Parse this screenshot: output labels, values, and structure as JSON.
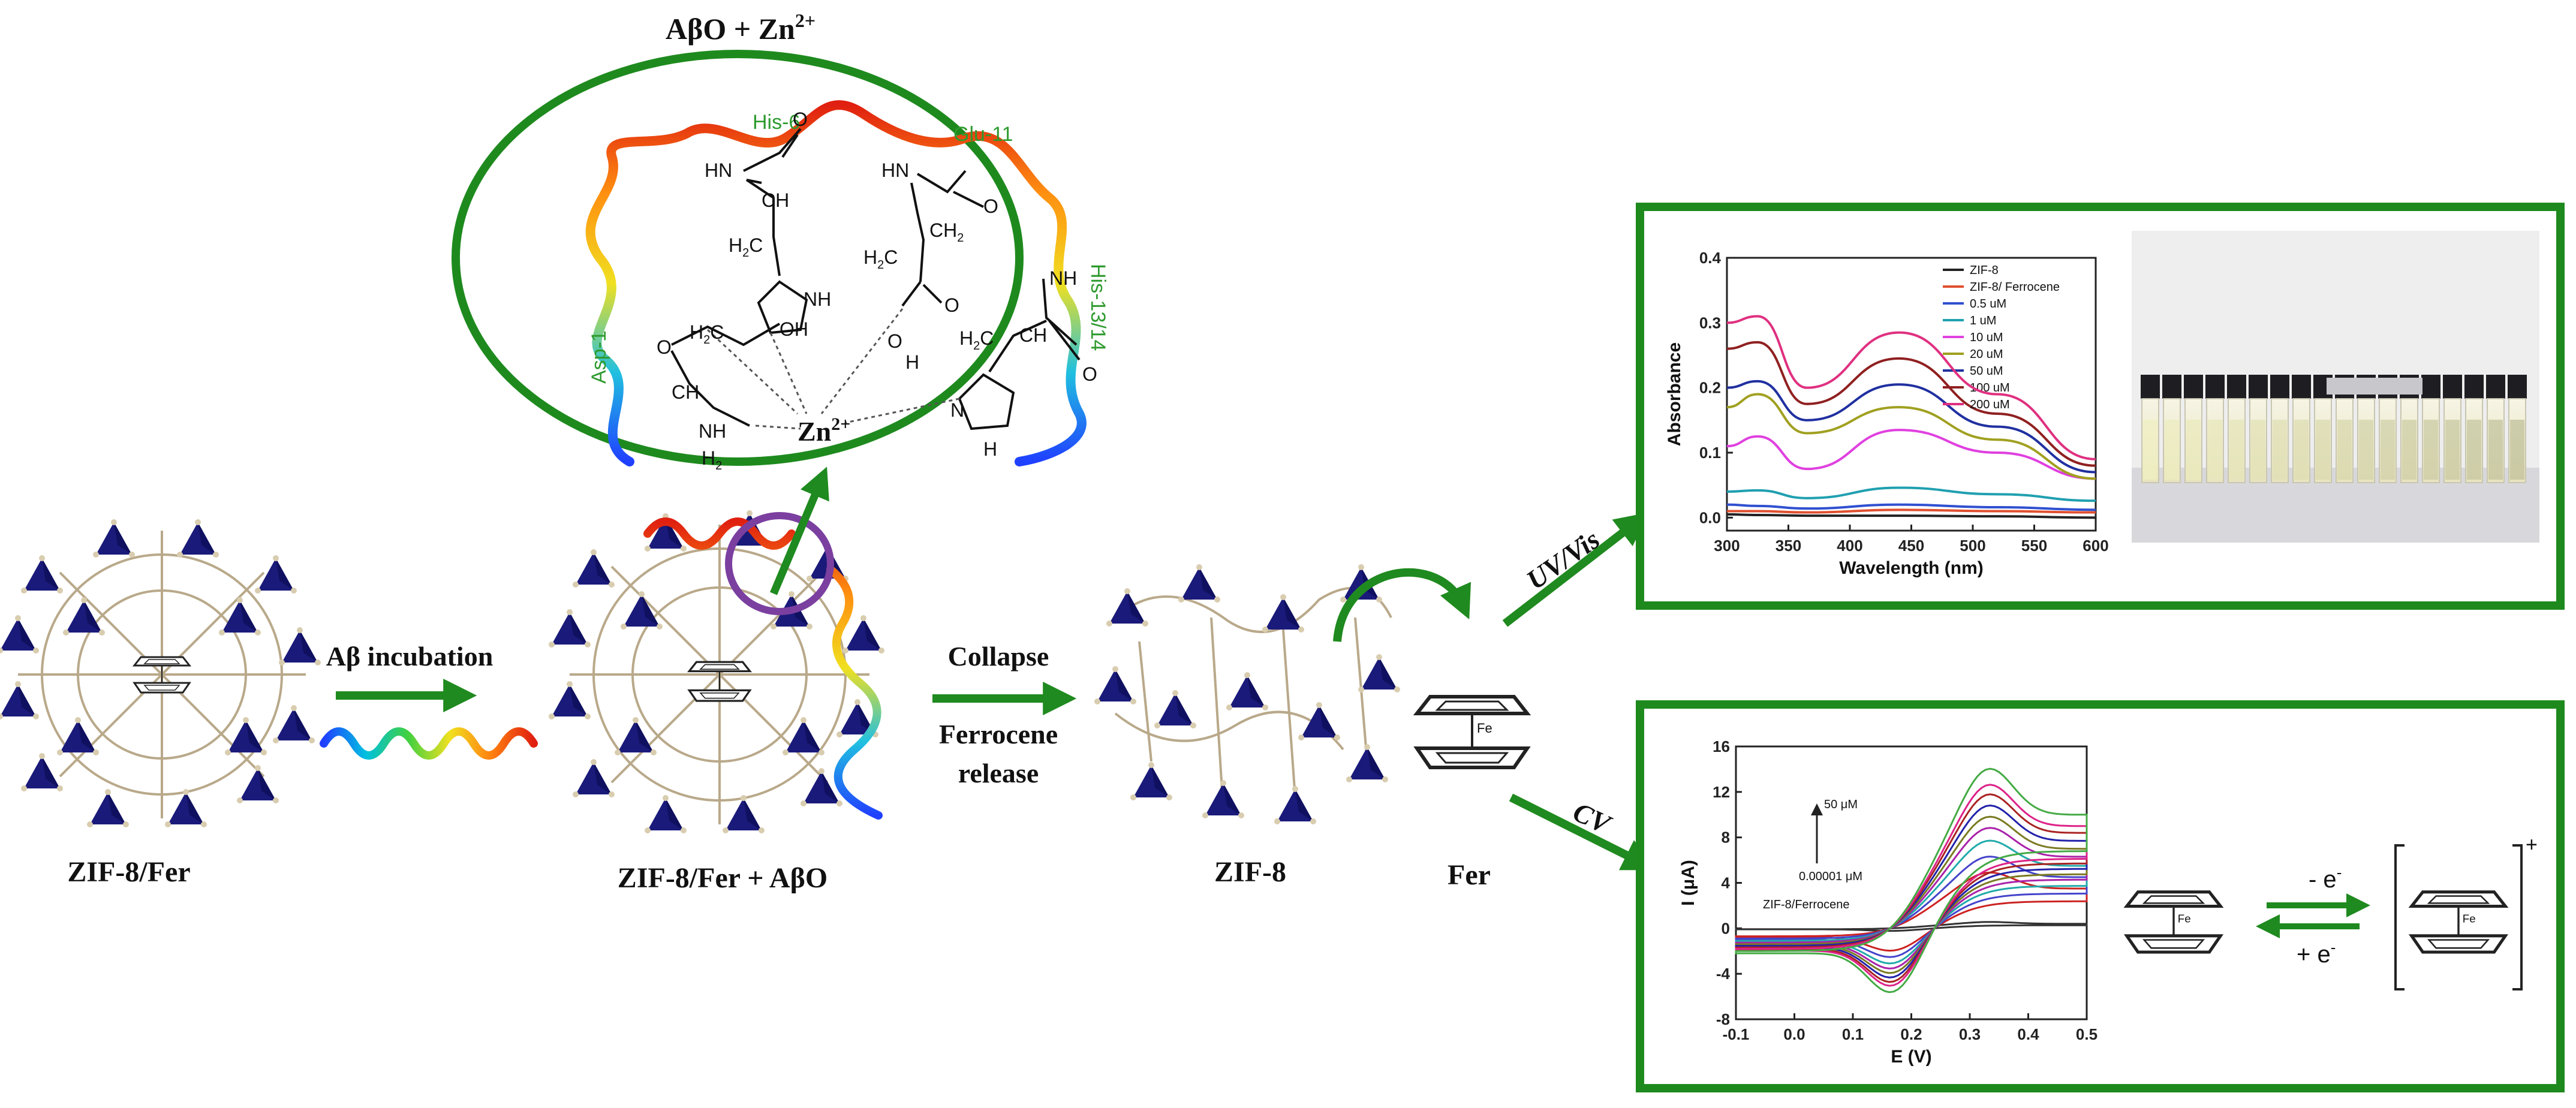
{
  "labels": {
    "top_title_prefix": "AβO + Zn",
    "top_title_sup": "2+",
    "zif8_fer": "ZIF-8/Fer",
    "zif8_fer_abo": "ZIF-8/Fer + AβO",
    "zif8": "ZIF-8",
    "fer": "Fer",
    "ab_incubation": "Aβ incubation",
    "collapse": "Collapse",
    "ferrocene": "Ferrocene",
    "release": "release",
    "uvvis": "UV/Vis",
    "cv": "CV",
    "zn": "Zn",
    "zn_sup": "2+",
    "fe": "Fe",
    "minus_e": "- e",
    "plus_e": "+ e",
    "e_sup": "-",
    "plus_sign": "+"
  },
  "residues": [
    "His-6",
    "Glu-11",
    "His-13/14",
    "Asp-1"
  ],
  "chem_text": {
    "hn1": "HN",
    "ch1": "CH",
    "o1": "O",
    "h2c1": "H",
    "nh1": "NH",
    "hn2": "HN",
    "o2": "O",
    "h2c2": "H",
    "ch2_2": "CH",
    "o3": "O",
    "h_o": "H",
    "o4": "O",
    "nh2": "NH",
    "ch3": "CH",
    "h2c3": "H",
    "o5": "O",
    "n_ring": "N",
    "h_ring": "H",
    "o6": "O",
    "h2c4": "H",
    "oh": "OH",
    "ch4": "CH",
    "nh_b": "N",
    "h2_b": "H",
    "sub2": "2"
  },
  "colors": {
    "green": "#1e8a1e",
    "arrow_green": "#1f8a1f",
    "purple": "#7b3fa0",
    "navy": "#1a1a7a",
    "node": "#d9cdb0"
  },
  "chart_data": [
    {
      "type": "line",
      "title": "",
      "xlabel": "Wavelength (nm)",
      "ylabel": "Absorbance",
      "xlim": [
        300,
        600
      ],
      "ylim": [
        -0.02,
        0.4
      ],
      "xticks": [
        300,
        350,
        400,
        450,
        500,
        550,
        600
      ],
      "yticks": [
        0.0,
        0.1,
        0.2,
        0.3,
        0.4
      ],
      "ytick_labels": [
        "0.0",
        "0.1",
        "0.2",
        "0.3",
        "0.4"
      ],
      "legend": [
        "ZIF-8",
        "ZIF-8/ Ferrocene",
        "0.5 uM",
        "1 uM",
        "10 uM",
        "20 uM",
        "50 uM",
        "100 uM",
        "200 uM"
      ],
      "legend_placement": "top-right",
      "series": [
        {
          "name": "ZIF-8",
          "color": "#222222",
          "x": [
            300,
            325,
            365,
            440,
            520,
            600
          ],
          "y": [
            0.005,
            0.004,
            0.003,
            0.003,
            0.002,
            0.0
          ]
        },
        {
          "name": "ZIF-8/ Ferrocene",
          "color": "#e05030",
          "x": [
            300,
            325,
            365,
            440,
            520,
            600
          ],
          "y": [
            0.01,
            0.01,
            0.008,
            0.012,
            0.01,
            0.008
          ]
        },
        {
          "name": "0.5 uM",
          "color": "#3050d0",
          "x": [
            300,
            325,
            365,
            440,
            520,
            600
          ],
          "y": [
            0.02,
            0.018,
            0.014,
            0.02,
            0.016,
            0.012
          ]
        },
        {
          "name": "1 uM",
          "color": "#20a0b0",
          "x": [
            300,
            325,
            365,
            440,
            520,
            600
          ],
          "y": [
            0.04,
            0.042,
            0.03,
            0.046,
            0.036,
            0.026
          ]
        },
        {
          "name": "10 uM",
          "color": "#e040e0",
          "x": [
            300,
            325,
            365,
            440,
            520,
            600
          ],
          "y": [
            0.11,
            0.125,
            0.075,
            0.135,
            0.1,
            0.06
          ]
        },
        {
          "name": "20 uM",
          "color": "#a0a020",
          "x": [
            300,
            325,
            365,
            440,
            520,
            600
          ],
          "y": [
            0.17,
            0.19,
            0.13,
            0.17,
            0.12,
            0.06
          ]
        },
        {
          "name": "50 uM",
          "color": "#2030a0",
          "x": [
            300,
            325,
            365,
            440,
            520,
            600
          ],
          "y": [
            0.2,
            0.21,
            0.15,
            0.205,
            0.14,
            0.07
          ]
        },
        {
          "name": "100 uM",
          "color": "#902020",
          "x": [
            300,
            325,
            365,
            440,
            520,
            600
          ],
          "y": [
            0.26,
            0.27,
            0.175,
            0.245,
            0.16,
            0.08
          ]
        },
        {
          "name": "200 uM",
          "color": "#e03080",
          "x": [
            300,
            325,
            365,
            440,
            520,
            600
          ],
          "y": [
            0.3,
            0.31,
            0.2,
            0.285,
            0.19,
            0.09
          ]
        }
      ]
    },
    {
      "type": "line",
      "title": "",
      "xlabel": "E (V)",
      "ylabel": "I (μA)",
      "xlim": [
        -0.1,
        0.5
      ],
      "ylim": [
        -8,
        16
      ],
      "xticks": [
        -0.1,
        0.0,
        0.1,
        0.2,
        0.3,
        0.4,
        0.5
      ],
      "xtick_labels": [
        "-0.1",
        "0.0",
        "0.1",
        "0.2",
        "0.3",
        "0.4",
        "0.5"
      ],
      "yticks": [
        -8,
        -4,
        0,
        4,
        8,
        12,
        16
      ],
      "annotations": [
        "50 μM",
        "0.00001 μM",
        "ZIF-8/Ferrocene"
      ],
      "series": [
        {
          "name": "ZIF-8/Ferrocene",
          "color": "#333333",
          "scale": 0.04
        },
        {
          "name": "",
          "color": "#cc2222",
          "scale": 0.35
        },
        {
          "name": "",
          "color": "#4444cc",
          "scale": 0.45
        },
        {
          "name": "",
          "color": "#22aaaa",
          "scale": 0.55
        },
        {
          "name": "",
          "color": "#aa22aa",
          "scale": 0.63
        },
        {
          "name": "",
          "color": "#7a7a22",
          "scale": 0.7
        },
        {
          "name": "",
          "color": "#2222aa",
          "scale": 0.77
        },
        {
          "name": "",
          "color": "#aa2222",
          "scale": 0.84
        },
        {
          "name": "",
          "color": "#dd2288",
          "scale": 0.9
        },
        {
          "name": "",
          "color": "#44aa44",
          "scale": 1.0
        }
      ]
    }
  ]
}
